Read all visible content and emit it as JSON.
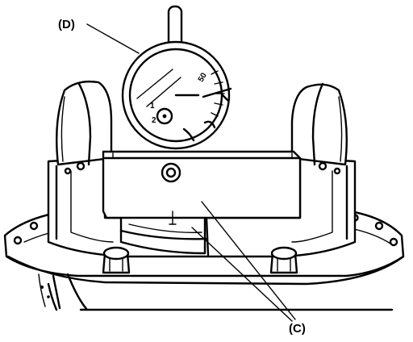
{
  "figure": {
    "callouts": [
      {
        "id": "D",
        "label": "(D)"
      },
      {
        "id": "C",
        "label": "(C)"
      }
    ],
    "dial_numbers": [
      "50",
      "1",
      "2"
    ]
  }
}
